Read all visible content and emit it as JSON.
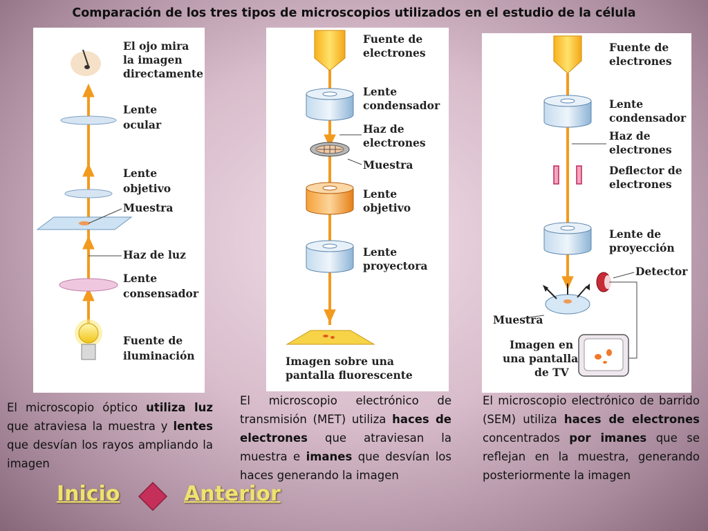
{
  "title": "Comparación de los tres tipos de microscopios utilizados en el estudio de la célula",
  "optico": {
    "labels": {
      "ojo_1": "El ojo mira",
      "ojo_2": "la imagen",
      "ojo_3": "directamente",
      "ocular_1": "Lente",
      "ocular_2": "ocular",
      "objetivo_1": "Lente",
      "objetivo_2": "objetivo",
      "muestra": "Muestra",
      "haz": "Haz de luz",
      "cons_1": "Lente",
      "cons_2": "consensador",
      "fuente_1": "Fuente de",
      "fuente_2": "iluminación"
    },
    "desc": {
      "p1": "El microscopio óptico ",
      "b1": "utiliza luz",
      "p2": " que atraviesa la muestra y ",
      "b2": "lentes",
      "p3": " que desvían los rayos ampliando la imagen"
    }
  },
  "met": {
    "labels": {
      "fuente_1": "Fuente de",
      "fuente_2": "electrones",
      "cond_1": "Lente",
      "cond_2": "condensador",
      "haz_1": "Haz de",
      "haz_2": "electrones",
      "muestra": "Muestra",
      "obj_1": "Lente",
      "obj_2": "objetivo",
      "proy_1": "Lente",
      "proy_2": "proyectora",
      "img_1": "Imagen sobre una",
      "img_2": "pantalla fluorescente"
    },
    "desc": {
      "p1": "El microscopio electrónico de transmisión (MET) utiliza ",
      "b1": "haces de electrones",
      "p2": " que atraviesan la muestra e ",
      "b2": "imanes",
      "p3": " que desvían los haces generando la imagen"
    }
  },
  "sem": {
    "labels": {
      "fuente_1": "Fuente de",
      "fuente_2": "electrones",
      "cond_1": "Lente",
      "cond_2": "condensador",
      "haz_1": "Haz de",
      "haz_2": "electrones",
      "defl_1": "Deflector de",
      "defl_2": "electrones",
      "proy_1": "Lente de",
      "proy_2": "proyección",
      "detector": "Detector",
      "muestra": "Muestra",
      "img_1": "Imagen en",
      "img_2": "una pantalla",
      "img_3": "de TV"
    },
    "desc": {
      "p1": "El microscopio electrónico de barrido (SEM) utiliza ",
      "b1": "haces de electrones",
      "p2": " concentrados ",
      "b2": "por imanes",
      "p3": " que se reflejan en la muestra, generando posteriormente la imagen"
    }
  },
  "nav": {
    "inicio": "Inicio",
    "anterior": "Anterior"
  },
  "colors": {
    "beam": "#f29a1e",
    "nav_text": "#efe26f",
    "diamond": "#c4305a"
  }
}
